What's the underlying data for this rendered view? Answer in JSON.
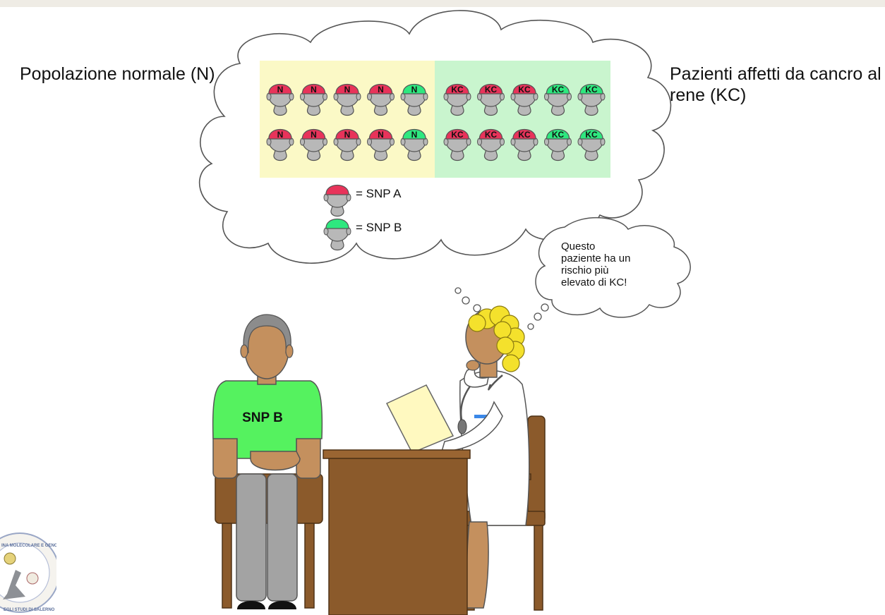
{
  "labels": {
    "normal_population": "Popolazione normale (N)",
    "kidney_cancer_patients": "Pazienti affetti da cancro al rene (KC)"
  },
  "groups": {
    "normal": {
      "tag": "N",
      "row1": [
        "A",
        "A",
        "A",
        "A",
        "B"
      ],
      "row2": [
        "A",
        "A",
        "A",
        "A",
        "B"
      ]
    },
    "cancer": {
      "tag": "KC",
      "row1": [
        "A",
        "A",
        "A",
        "B",
        "B"
      ],
      "row2": [
        "A",
        "A",
        "A",
        "B",
        "B"
      ]
    }
  },
  "legend": {
    "snp_a": "= SNP A",
    "snp_b": "= SNP B"
  },
  "doctor_thought": {
    "lines": [
      "Questo",
      "paziente ha un",
      "rischio più",
      "elevato di KC!"
    ]
  },
  "patient": {
    "shirt_label": "SNP B"
  },
  "seal": {
    "top_text": "INA MOLECOLARE E GENOMICA",
    "bottom_text": "EGLI STUDI DI SALERNO"
  },
  "colors": {
    "snp_a": "#e8335a",
    "snp_b": "#2ee87f",
    "normal_bg": "#fbf9c6",
    "cancer_bg": "#c9f5ce",
    "skin": "#c4905e",
    "shirt": "#55f25f",
    "wood": "#8b5a2b",
    "hair_doctor": "#f4e12c"
  }
}
